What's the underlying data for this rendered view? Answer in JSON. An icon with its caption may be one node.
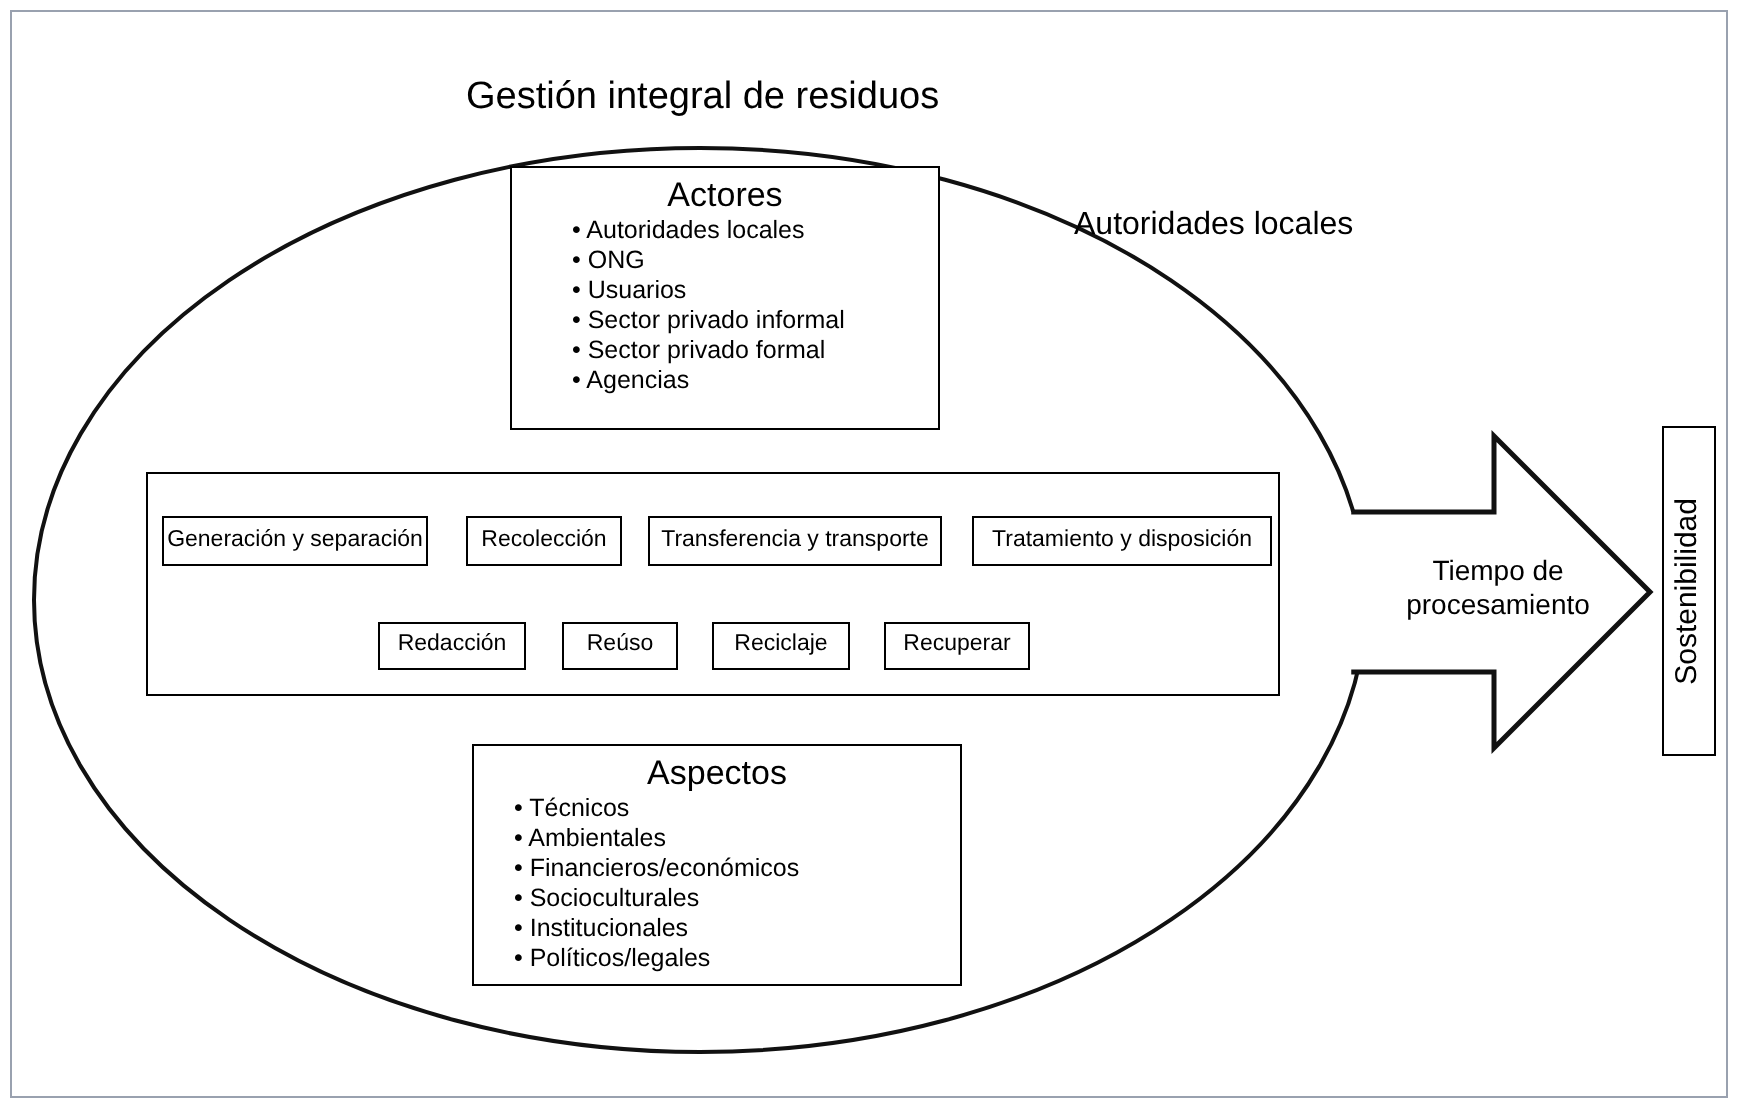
{
  "diagram": {
    "nodes": [
      {
        "text": [
          "Gestión integral de residuos"
        ]
      },
      {
        "text": [
          "Actores",
          "• Autoridades locales",
          "• ONG",
          "• Usuarios",
          "• Sector privado informal",
          "• Sector privado formal",
          "• Agencias"
        ],
        "in": 0
      },
      {
        "text": [],
        "shape": "box",
        "in": 0
      },
      {
        "text": [
          "Generación y separación"
        ],
        "in": 2
      },
      {
        "text": [
          "Recolección"
        ],
        "in": 2
      },
      {
        "text": [
          "Transferencia y transporte"
        ],
        "in": 2
      },
      {
        "text": [
          "Tratamiento y disposición"
        ],
        "in": 2
      },
      {
        "text": [
          "Redacción"
        ],
        "in": 2
      },
      {
        "text": [
          "Reúso"
        ],
        "in": 2
      },
      {
        "text": [
          "Reciclaje"
        ],
        "in": 2
      },
      {
        "text": [
          "Recuperar"
        ],
        "in": 2
      },
      {
        "text": [
          "Aspectos",
          "• Técnicos",
          "• Ambientales",
          "• Financieros/económicos",
          "• Socioculturales",
          "• Institucionales",
          "• Políticos/legales"
        ],
        "in": 0
      },
      {
        "text": [
          "Sostenibilidad"
        ]
      }
    ],
    "edges": [
      {
        "from": 0,
        "to": 12,
        "arrow": "to",
        "label": "Tiempo de procesamiento",
        "style": "thick"
      }
    ],
    "labels": [
      "Autoridades locales"
    ]
  }
}
